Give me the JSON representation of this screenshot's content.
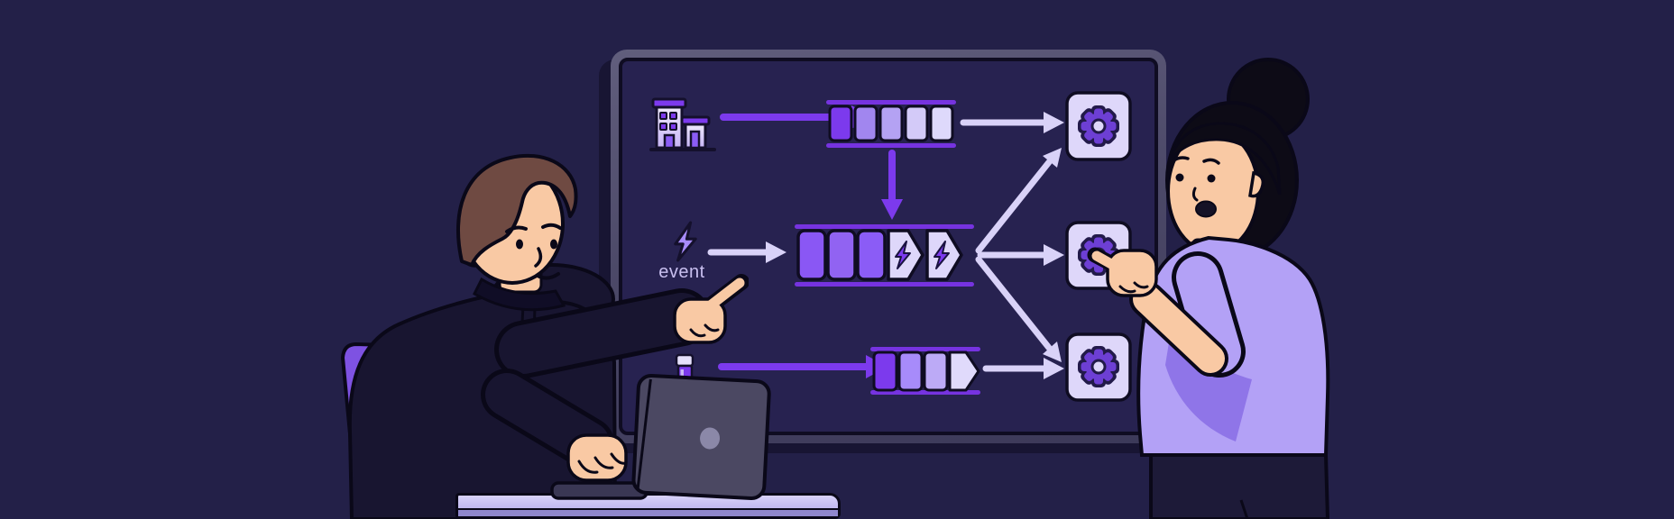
{
  "scene": {
    "background": "#232048"
  },
  "whiteboard": {
    "event_label": "event",
    "frame_color": "#55526f",
    "panel_color": "#272250",
    "rows": [
      {
        "source": "building-icon",
        "queue": [
          "filled",
          "filled",
          "filled",
          "light",
          "light"
        ],
        "consumers": 1
      },
      {
        "source": "event-lightning-icon",
        "queue": [
          "filled",
          "filled",
          "filled",
          "lightning",
          "lightning"
        ],
        "consumers": 3
      },
      {
        "source": "marker-icon",
        "queue": [
          "filled",
          "filled",
          "filled",
          "light"
        ],
        "consumers": 1
      }
    ],
    "icons": [
      "building-icon",
      "event-lightning-icon",
      "marker-icon",
      "gear-icon",
      "arrow-icon"
    ]
  },
  "colors": {
    "accent_purple": "#7c3aed",
    "mid_purple": "#8b5cf6",
    "rail_purple": "#7633e0",
    "light_purple": "#ded7fa",
    "gear_purple": "#6d3fd4",
    "arrow_light": "#d9d2f8"
  },
  "people": {
    "man": {
      "hair": "#6f4a42",
      "hoodie": "#181530",
      "skin": "#f9c9a4"
    },
    "woman": {
      "hair": "#0d0b16",
      "shirt": "#b3a1f6",
      "shirt_shade": "#8f75e8",
      "pants": "#1d1a38",
      "skin": "#f9c9a4"
    }
  },
  "furniture": {
    "chair": "#7e52e2",
    "desk": "#c6bff0",
    "laptop": "#4b4862"
  }
}
